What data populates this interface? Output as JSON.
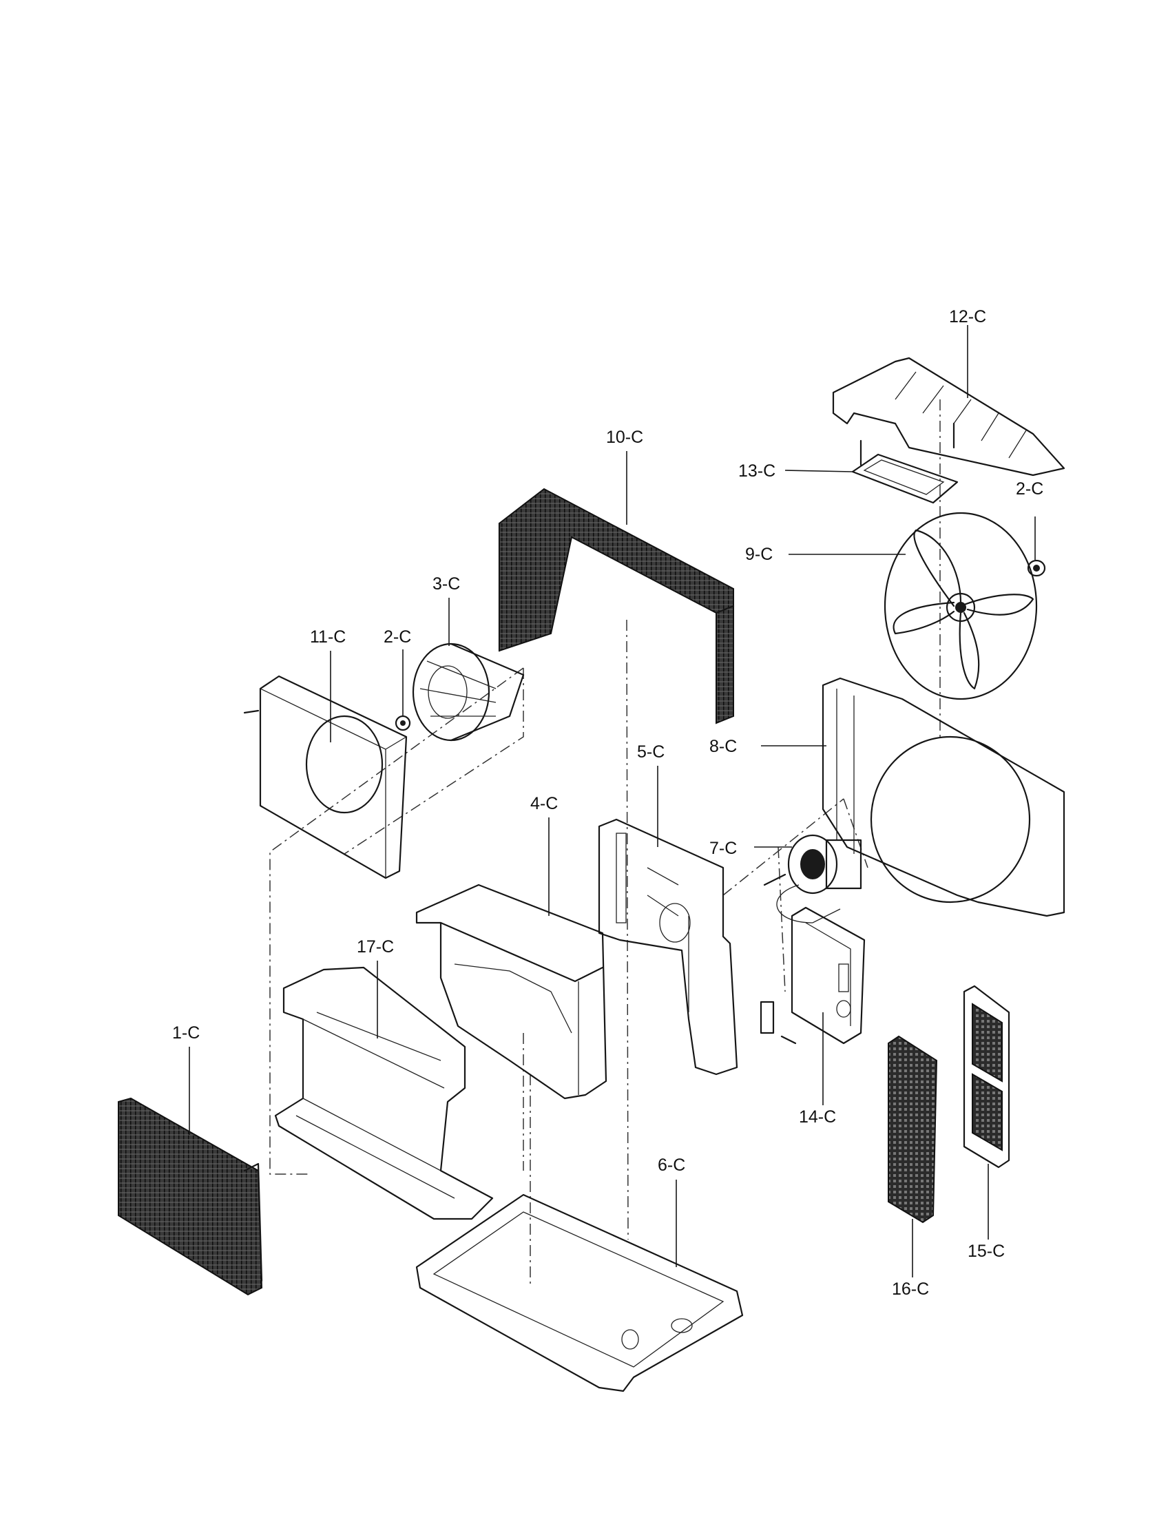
{
  "parts": [
    {
      "id": "1-C",
      "label": "1-C"
    },
    {
      "id": "2-C-left",
      "label": "2-C"
    },
    {
      "id": "2-C-right",
      "label": "2-C"
    },
    {
      "id": "3-C",
      "label": "3-C"
    },
    {
      "id": "4-C",
      "label": "4-C"
    },
    {
      "id": "5-C",
      "label": "5-C"
    },
    {
      "id": "6-C",
      "label": "6-C"
    },
    {
      "id": "7-C",
      "label": "7-C"
    },
    {
      "id": "8-C",
      "label": "8-C"
    },
    {
      "id": "9-C",
      "label": "9-C"
    },
    {
      "id": "10-C",
      "label": "10-C"
    },
    {
      "id": "11-C",
      "label": "11-C"
    },
    {
      "id": "12-C",
      "label": "12-C"
    },
    {
      "id": "13-C",
      "label": "13-C"
    },
    {
      "id": "14-C",
      "label": "14-C"
    },
    {
      "id": "15-C",
      "label": "15-C"
    },
    {
      "id": "16-C",
      "label": "16-C"
    },
    {
      "id": "17-C",
      "label": "17-C"
    }
  ]
}
